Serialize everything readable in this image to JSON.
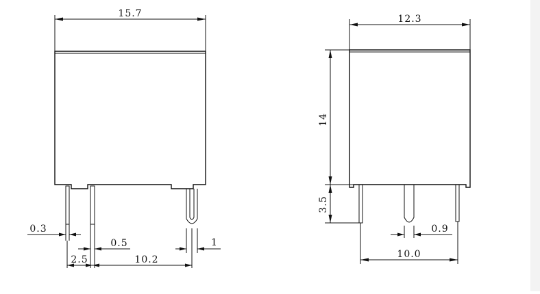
{
  "front_view": {
    "width": "15.7",
    "pin_thickness": "0.3",
    "pin_width": "0.5",
    "pitch_first": "2.5",
    "pitch_main": "10.2",
    "pin_offset": "1"
  },
  "side_view": {
    "width": "12.3",
    "body_height": "14",
    "pin_length": "3.5",
    "pin_width": "0.9",
    "pin_pitch": "10.0"
  }
}
